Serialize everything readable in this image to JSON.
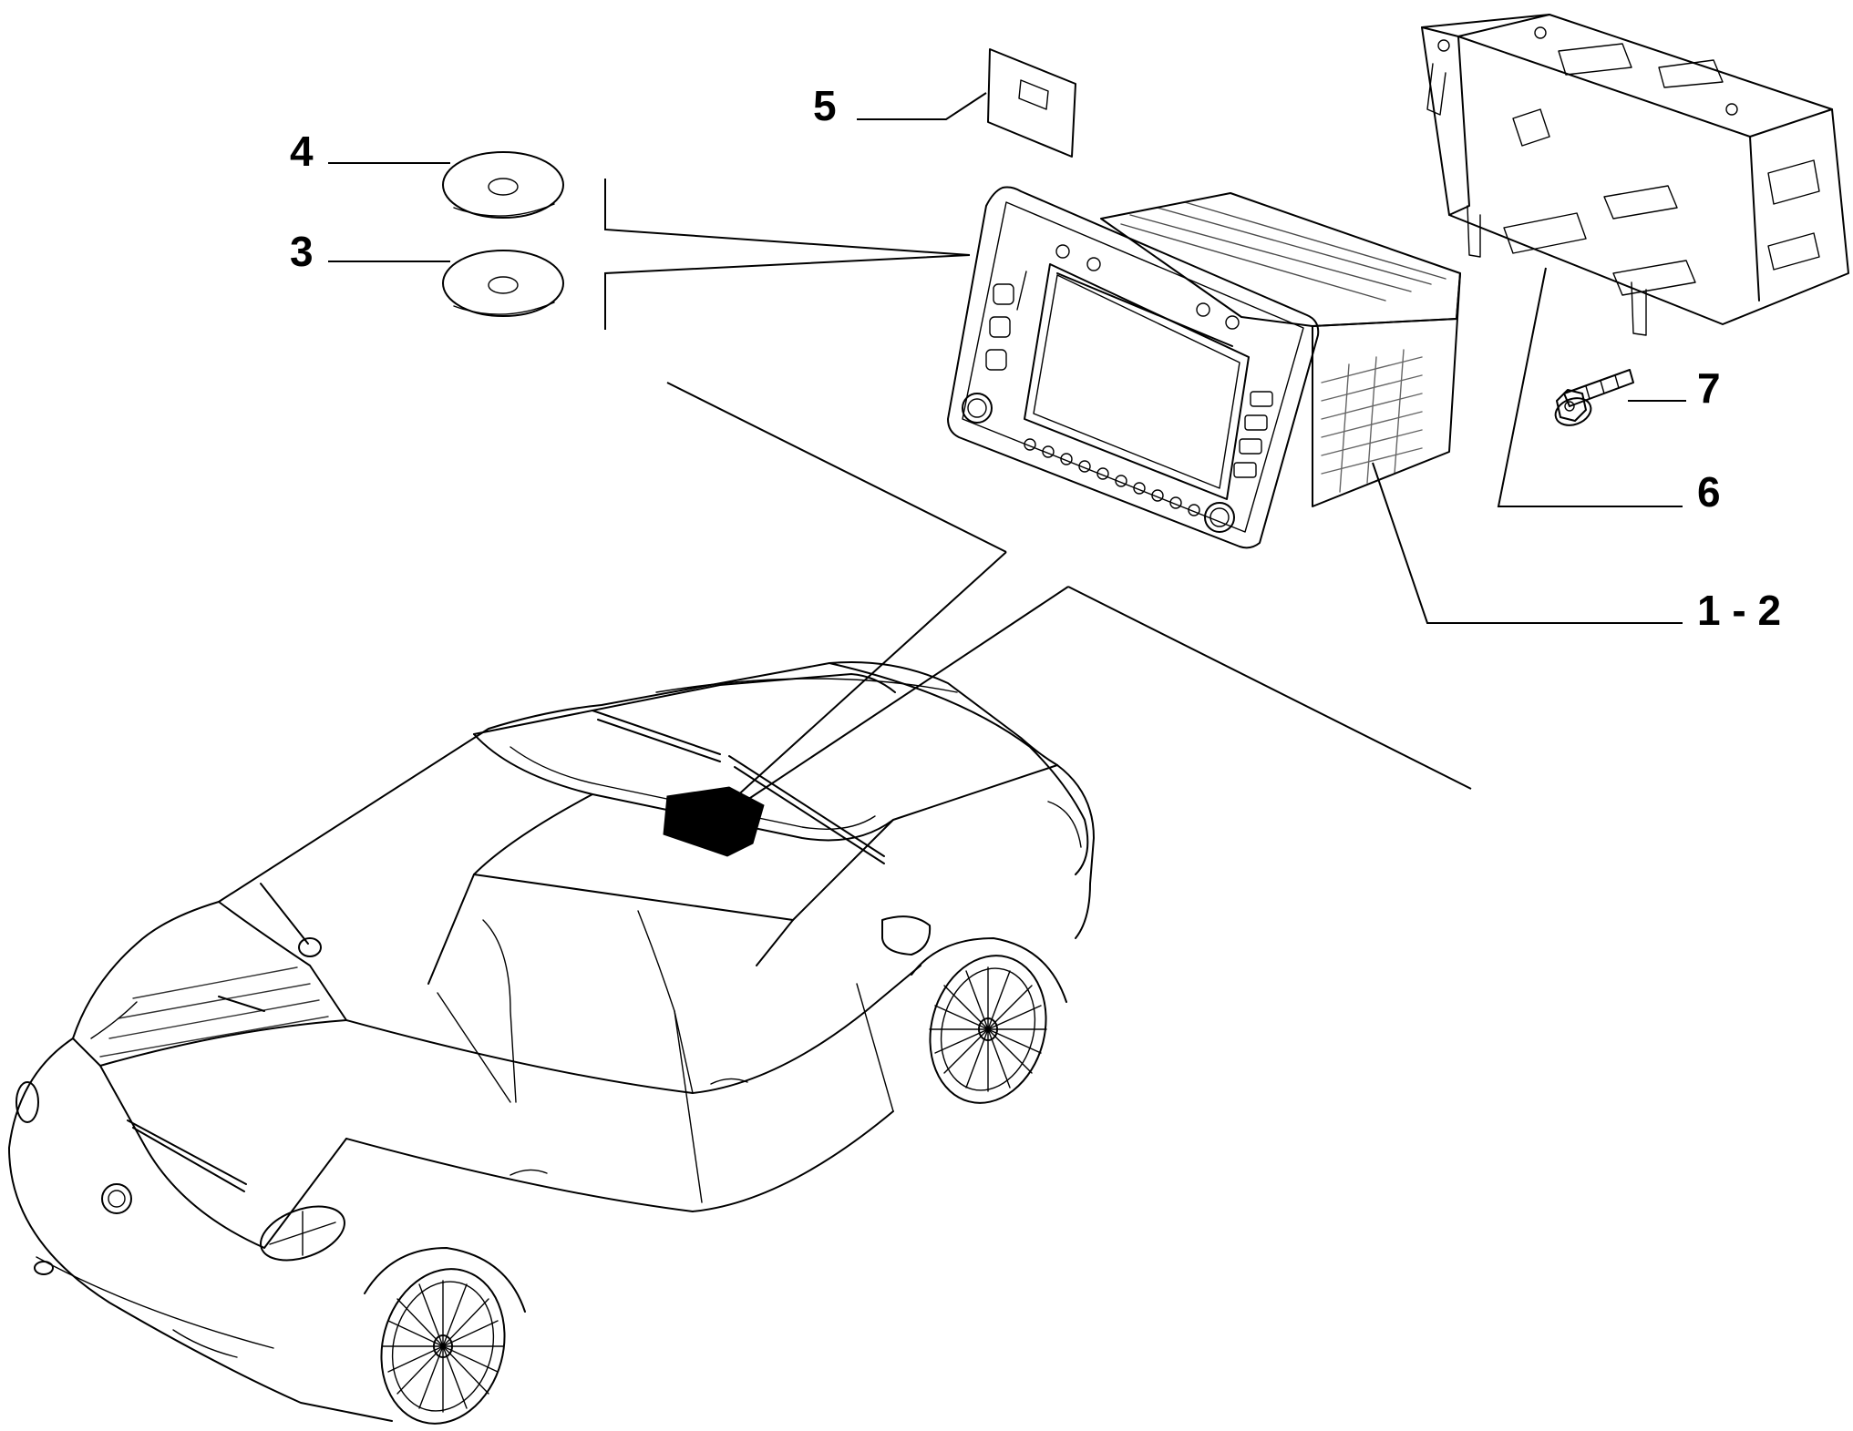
{
  "callouts": {
    "c1": "1 - 2",
    "c3": "3",
    "c4": "4",
    "c5": "5",
    "c6": "6",
    "c7": "7"
  },
  "colors": {
    "ink": "#000000",
    "paper": "#ffffff"
  },
  "icons": [
    "cd-disc-icon",
    "manual-card-icon",
    "navigation-radio-unit-icon",
    "mounting-bracket-icon",
    "flange-bolt-icon",
    "car-outline-icon"
  ]
}
